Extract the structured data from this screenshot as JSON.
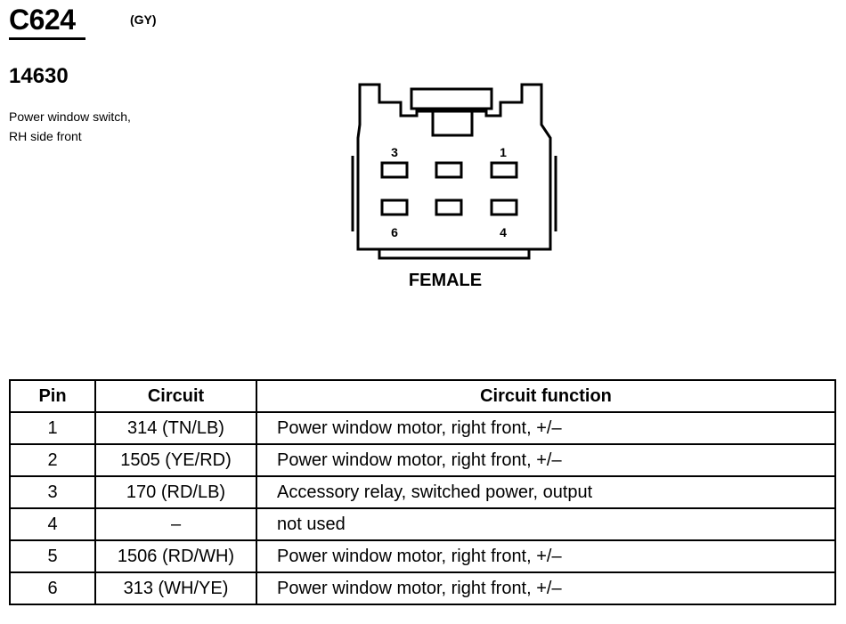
{
  "header": {
    "connector_id": "C624",
    "color_code": "(GY)",
    "part_number": "14630",
    "description": "Power window switch, RH side front"
  },
  "connector": {
    "gender": "FEMALE",
    "pin_labels": [
      "3",
      "1",
      "6",
      "4"
    ]
  },
  "table": {
    "headers": [
      "Pin",
      "Circuit",
      "Circuit function"
    ],
    "rows": [
      {
        "pin": "1",
        "circuit": "314 (TN/LB)",
        "function": "Power window motor, right front, +/–"
      },
      {
        "pin": "2",
        "circuit": "1505 (YE/RD)",
        "function": "Power window motor, right front, +/–"
      },
      {
        "pin": "3",
        "circuit": "170 (RD/LB)",
        "function": "Accessory relay, switched power, output"
      },
      {
        "pin": "4",
        "circuit": "–",
        "function": "not used"
      },
      {
        "pin": "5",
        "circuit": "1506 (RD/WH)",
        "function": "Power window motor, right front, +/–"
      },
      {
        "pin": "6",
        "circuit": "313 (WH/YE)",
        "function": "Power window motor, right front, +/–"
      }
    ]
  }
}
